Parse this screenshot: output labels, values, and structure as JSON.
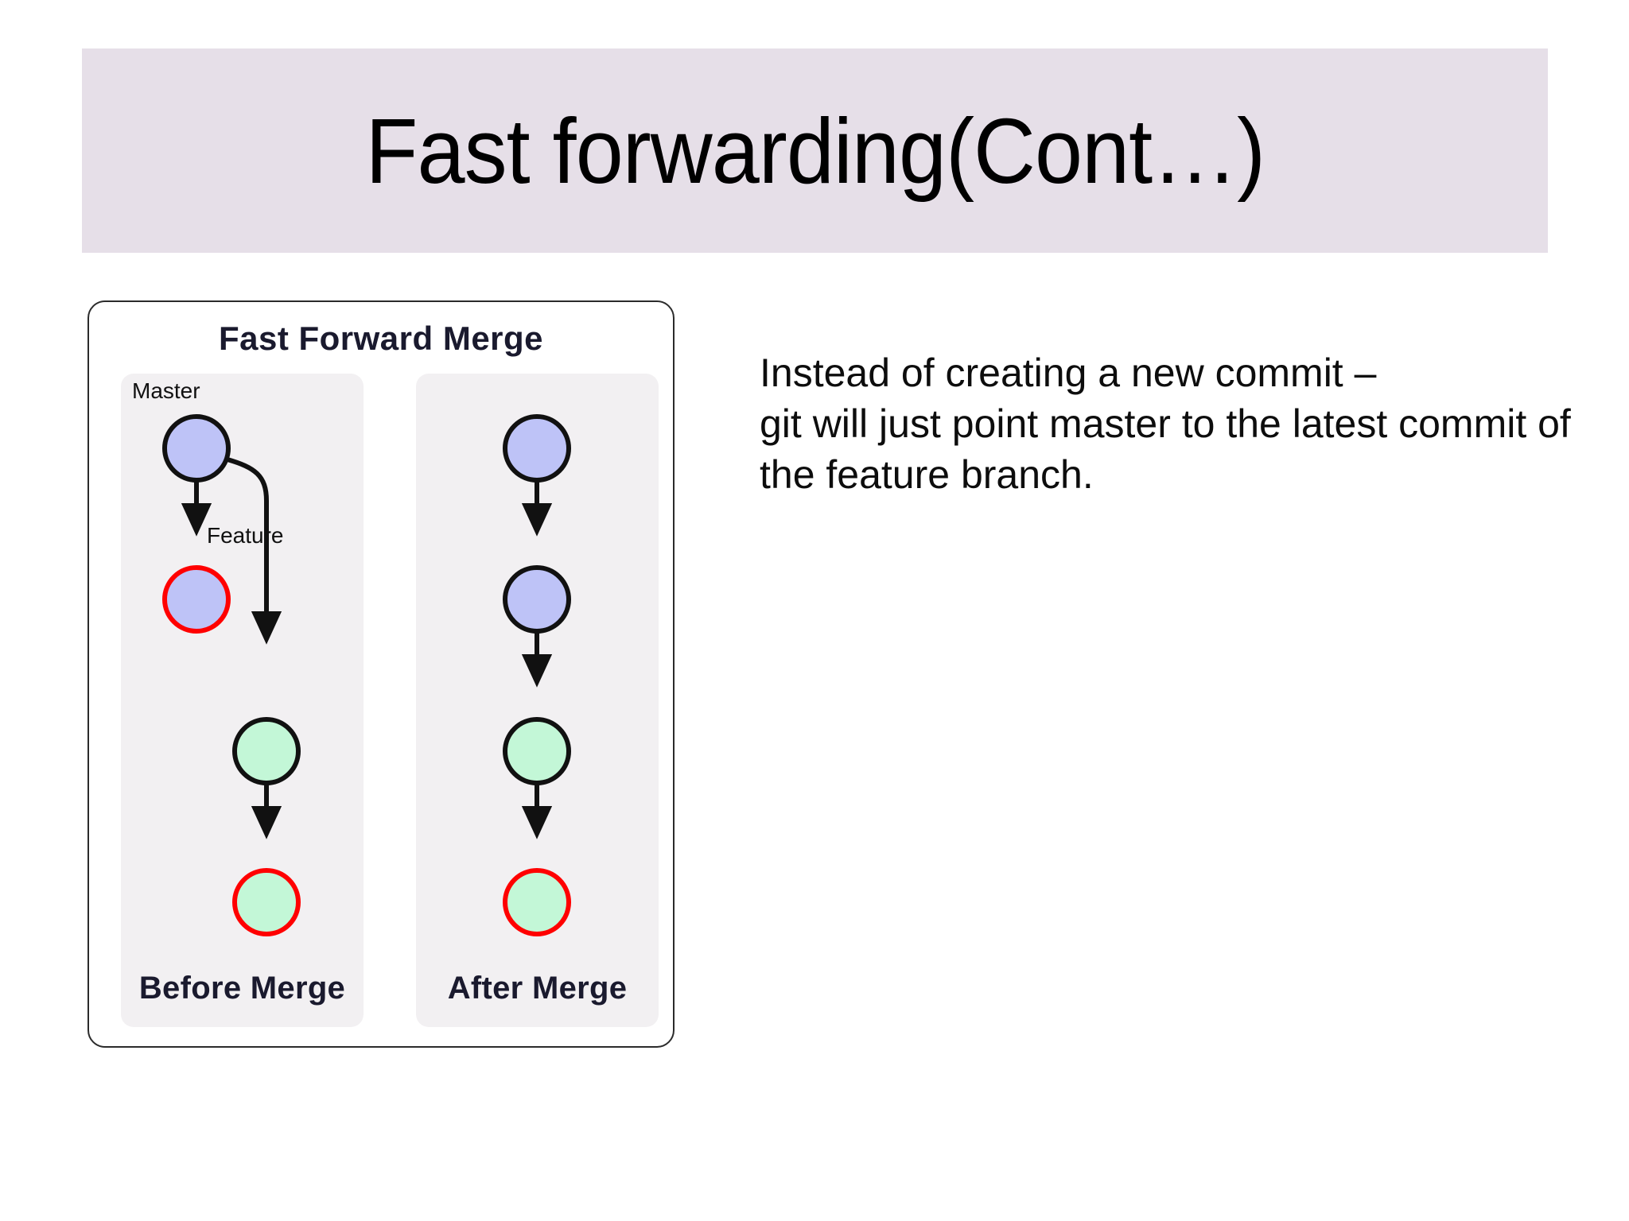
{
  "slide": {
    "title": "Fast forwarding(Cont…)",
    "background_color": "#ffffff",
    "banner_color": "#e6dfe8"
  },
  "diagram": {
    "title": "Fast Forward Merge",
    "panel_background": "#f2f0f2",
    "node_colors": {
      "commit_blue": "#bec3f7",
      "commit_green": "#c3f7d7",
      "border_default": "#111111",
      "border_highlight": "#ff0000"
    },
    "panels": [
      {
        "id": "before",
        "caption": "Before Merge",
        "branch_labels": [
          {
            "name": "master-label",
            "text": "Master"
          },
          {
            "name": "feature-label",
            "text": "Feature"
          }
        ],
        "nodes": [
          {
            "branch": "master",
            "fill": "#bec3f7",
            "border": "#111111",
            "highlighted": false
          },
          {
            "branch": "master",
            "fill": "#bec3f7",
            "border": "#ff0000",
            "highlighted": true
          },
          {
            "branch": "feature",
            "fill": "#c3f7d7",
            "border": "#111111",
            "highlighted": false
          },
          {
            "branch": "feature",
            "fill": "#c3f7d7",
            "border": "#ff0000",
            "highlighted": true
          }
        ]
      },
      {
        "id": "after",
        "caption": "After Merge",
        "branch_labels": [],
        "nodes": [
          {
            "branch": "master",
            "fill": "#bec3f7",
            "border": "#111111",
            "highlighted": false
          },
          {
            "branch": "master",
            "fill": "#bec3f7",
            "border": "#111111",
            "highlighted": false
          },
          {
            "branch": "master",
            "fill": "#c3f7d7",
            "border": "#111111",
            "highlighted": false
          },
          {
            "branch": "master",
            "fill": "#c3f7d7",
            "border": "#ff0000",
            "highlighted": true
          }
        ]
      }
    ]
  },
  "body": {
    "lines": [
      "Instead of creating a new commit –",
      "git will just point master to the latest commit of",
      "the feature branch."
    ]
  }
}
